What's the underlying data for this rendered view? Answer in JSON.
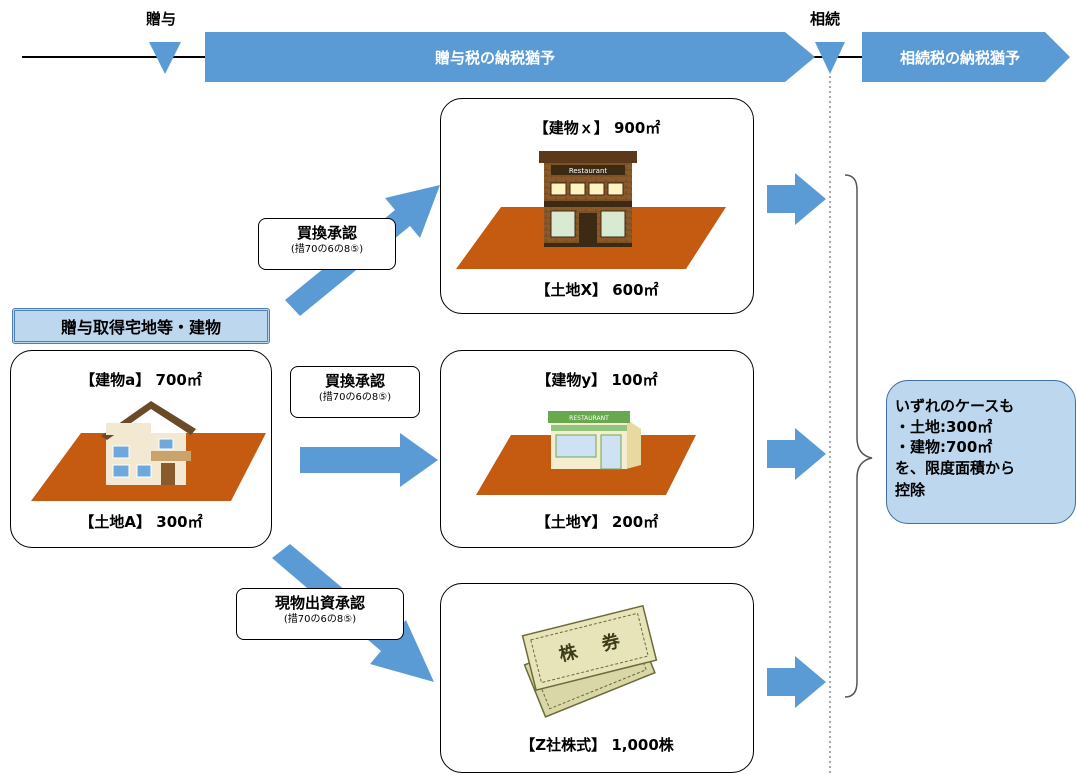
{
  "timeline": {
    "gift_label": "贈与",
    "gift_tax_deferral": "贈与税の納税猶予",
    "inheritance_label": "相続",
    "inheritance_tax_deferral": "相続税の納税猶予"
  },
  "origin": {
    "header": "贈与取得宅地等・建物",
    "building": "【建物a】 700㎡",
    "land": "【土地A】 300㎡"
  },
  "conversions": [
    {
      "title": "買換承認",
      "ref": "(措70の6の8⑤)"
    },
    {
      "title": "買換承認",
      "ref": "(措70の6の8⑤)"
    },
    {
      "title": "現物出資承認",
      "ref": "(措70の6の8⑤)"
    }
  ],
  "targets": [
    {
      "top": "【建物ｘ】 900㎡",
      "bottom": "【土地X】 600㎡",
      "sign": "Restaurant"
    },
    {
      "top": "【建物y】 100㎡",
      "bottom": "【土地Y】 200㎡",
      "sign": "RESTAURANT"
    },
    {
      "top": "",
      "bottom": "【Z社株式】 1,000株"
    }
  ],
  "stock_certificate": {
    "char1": "株",
    "char2": "券"
  },
  "note": {
    "line1": "いずれのケースも",
    "line2": "・土地:300㎡",
    "line3": "・建物:700㎡",
    "line4": "を、限度面積から",
    "line5": "控除"
  },
  "colors": {
    "arrow_blue": "#5b9bd5",
    "land_brown": "#c55a11",
    "note_fill": "#bdd7ee"
  }
}
